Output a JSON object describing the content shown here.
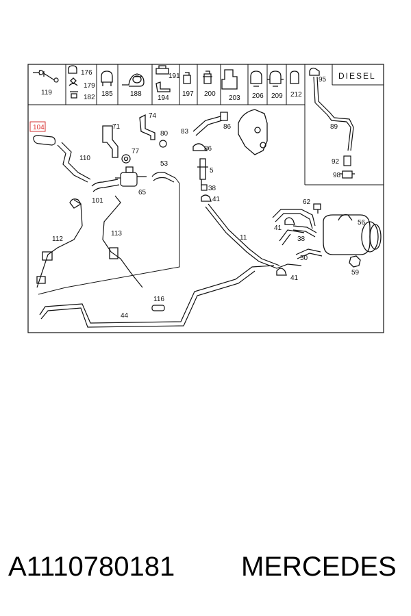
{
  "header_cells": [
    {
      "labels": [
        "119"
      ]
    },
    {
      "labels": [
        "176",
        "179",
        "182"
      ]
    },
    {
      "labels": [
        "185"
      ]
    },
    {
      "labels": [
        "188"
      ]
    },
    {
      "labels": [
        "191",
        "194"
      ]
    },
    {
      "labels": [
        "197"
      ]
    },
    {
      "labels": [
        "200"
      ]
    },
    {
      "labels": [
        "203"
      ]
    },
    {
      "labels": [
        "206"
      ]
    },
    {
      "labels": [
        "209"
      ]
    },
    {
      "labels": [
        "212"
      ]
    }
  ],
  "variant_label": "DIESEL",
  "inset_labels": [
    "95",
    "89",
    "92",
    "98"
  ],
  "highlight_label": "104",
  "highlight_color": "#d33333",
  "callouts": [
    "71",
    "74",
    "80",
    "83",
    "86",
    "110",
    "77",
    "86",
    "5",
    "53",
    "65",
    "101",
    "38",
    "41",
    "62",
    "41",
    "56",
    "112",
    "113",
    "11",
    "38",
    "50",
    "41",
    "59",
    "116",
    "44"
  ],
  "caption": {
    "part_number": "A1110780181",
    "brand": "MERCEDES"
  }
}
